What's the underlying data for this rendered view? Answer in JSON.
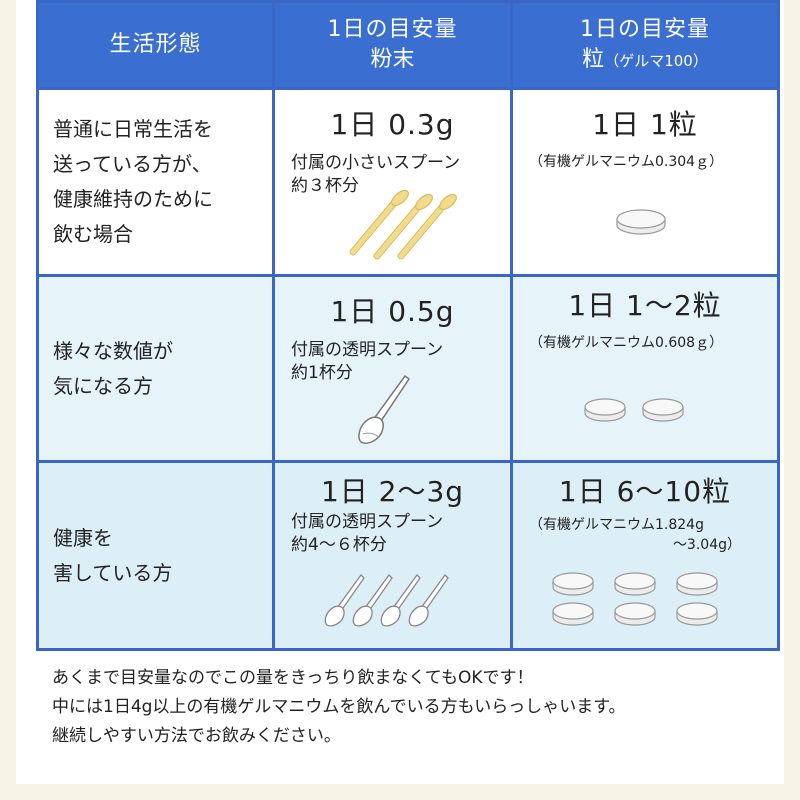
{
  "header": {
    "col1": "生活形態",
    "col2_line1": "1日の目安量",
    "col2_line2": "粉末",
    "col3_line1": "1日の目安量",
    "col3_line2_main": "粒",
    "col3_line2_small": "（ゲルマ100）"
  },
  "rows": [
    {
      "condition": [
        "普通に日常生活を",
        "送っている方が、",
        "健康維持のために",
        "飲む場合"
      ],
      "powder_amount": "1日 0.3g",
      "powder_note": [
        "付属の小さいスプーン",
        "約３杯分"
      ],
      "grain_amount": "1日  1粒",
      "grain_note": [
        "（有機ゲルマニウム0.304ｇ）"
      ],
      "spoon_icon": "small-spoon-icon",
      "spoon_count": 3,
      "tablet_count": 1
    },
    {
      "condition": [
        "様々な数値が",
        "気になる方"
      ],
      "powder_amount": "1日 0.5g",
      "powder_note": [
        "付属の透明スプーン",
        "約1杯分"
      ],
      "grain_amount": "1日  1〜2粒",
      "grain_note": [
        "（有機ゲルマニウム0.608ｇ）"
      ],
      "spoon_icon": "clear-spoon-icon",
      "spoon_count": 1,
      "tablet_count": 2
    },
    {
      "condition": [
        "健康を",
        "害している方"
      ],
      "powder_amount": "1日 2〜3g",
      "powder_note": [
        "付属の透明スプーン",
        "約4〜６杯分"
      ],
      "grain_amount": "1日 6〜10粒",
      "grain_note": [
        "（有機ゲルマニウム1.824g",
        "〜3.04g）"
      ],
      "spoon_icon": "clear-spoon-icon",
      "spoon_count": 4,
      "tablet_count": 6
    }
  ],
  "colors": {
    "header_blue": "#3a6ed0",
    "border_blue": "#3867c7",
    "row2_bg": "#e6f4fa",
    "row3_bg": "#dceff7",
    "small_spoon": "#f2dc8c"
  },
  "footer": [
    "あくまで目安量なのでこの量をきっちり飲まなくてもOKです！",
    "中には1日4g以上の有機ゲルマニウムを飲んでいる方もいらっしゃいます。",
    "継続しやすい方法でお飲みください。"
  ]
}
